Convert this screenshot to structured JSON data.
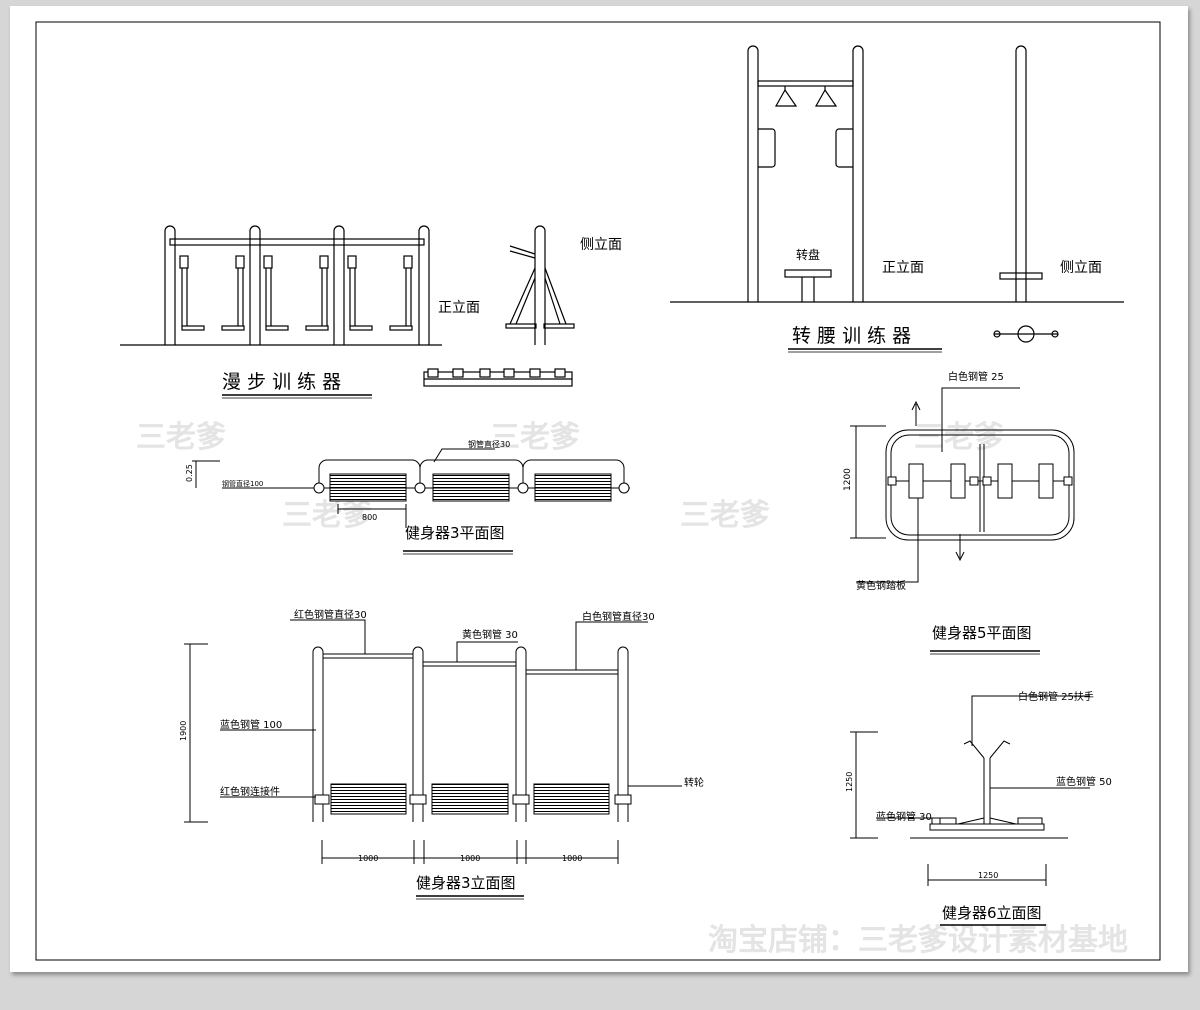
{
  "watermarks": {
    "mark": "三老爹",
    "shop": "淘宝店铺：三老爹设计素材基地"
  },
  "walker": {
    "title": "漫 步 训 练 器",
    "front_label": "正立面",
    "side_label": "侧立面"
  },
  "waist": {
    "title": "转 腰 训 练 器",
    "turntable_label": "转盘",
    "front_label": "正立面",
    "side_label": "侧立面"
  },
  "eq3_plan": {
    "title": "健身器3平面图",
    "note_top": "钢管直径30",
    "note_left": "钢管直径100",
    "dim_height": "0.25",
    "dim_width": "800"
  },
  "eq5_plan": {
    "title": "健身器5平面图",
    "note_top": "白色钢管 25",
    "note_bottom": "黄色钢踏板",
    "dim_height": "1200"
  },
  "eq3_elev": {
    "title": "健身器3立面图",
    "note_red_pipe": "红色钢管直径30",
    "note_yellow_pipe": "黄色钢管 30",
    "note_white_pipe": "白色钢管直径30",
    "note_blue_pipe": "蓝色钢管 100",
    "note_red_conn": "红色钢连接件",
    "note_wheel": "转轮",
    "dim_height": "1900",
    "dim_w1": "1000",
    "dim_w2": "1000",
    "dim_w3": "1000"
  },
  "eq6_elev": {
    "title": "健身器6立面图",
    "note_handle": "白色钢管 25扶手",
    "note_blue50": "蓝色钢管 50",
    "note_blue30": "蓝色钢管 30",
    "dim_height": "1250",
    "dim_width": "1250"
  }
}
